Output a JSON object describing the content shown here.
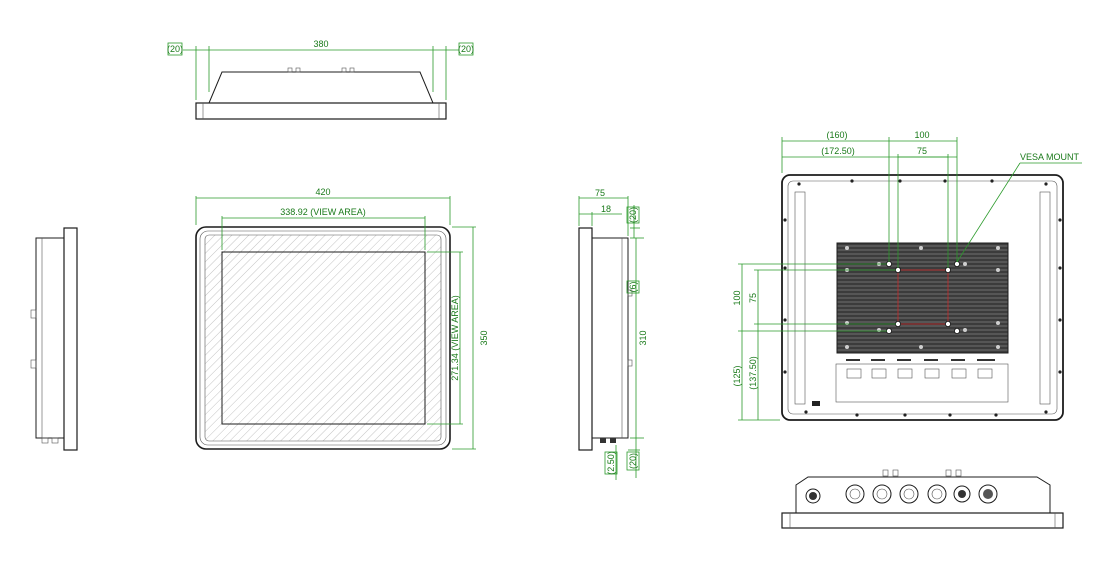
{
  "top_view": {
    "width": "380",
    "left_margin": "(20)",
    "right_margin": "(20)"
  },
  "front_view": {
    "overall_width": "420",
    "view_width": "338.92 (VIEW AREA)",
    "view_height": "271.34 (VIEW AREA)",
    "overall_height": "350"
  },
  "side_view": {
    "depth": "75",
    "bezel": "18",
    "top_offset": "(20)",
    "small_offset": "(6)",
    "height": "310",
    "bottom_offset": "(20)",
    "gap": "(2.50)"
  },
  "rear_view": {
    "dim_160": "(160)",
    "dim_172": "(172.50)",
    "dim_100h": "100",
    "dim_75h": "75",
    "vesa_label": "VESA MOUNT",
    "dim_100v": "100",
    "dim_75v": "75",
    "dim_125": "(125)",
    "dim_137": "(137.50)"
  }
}
